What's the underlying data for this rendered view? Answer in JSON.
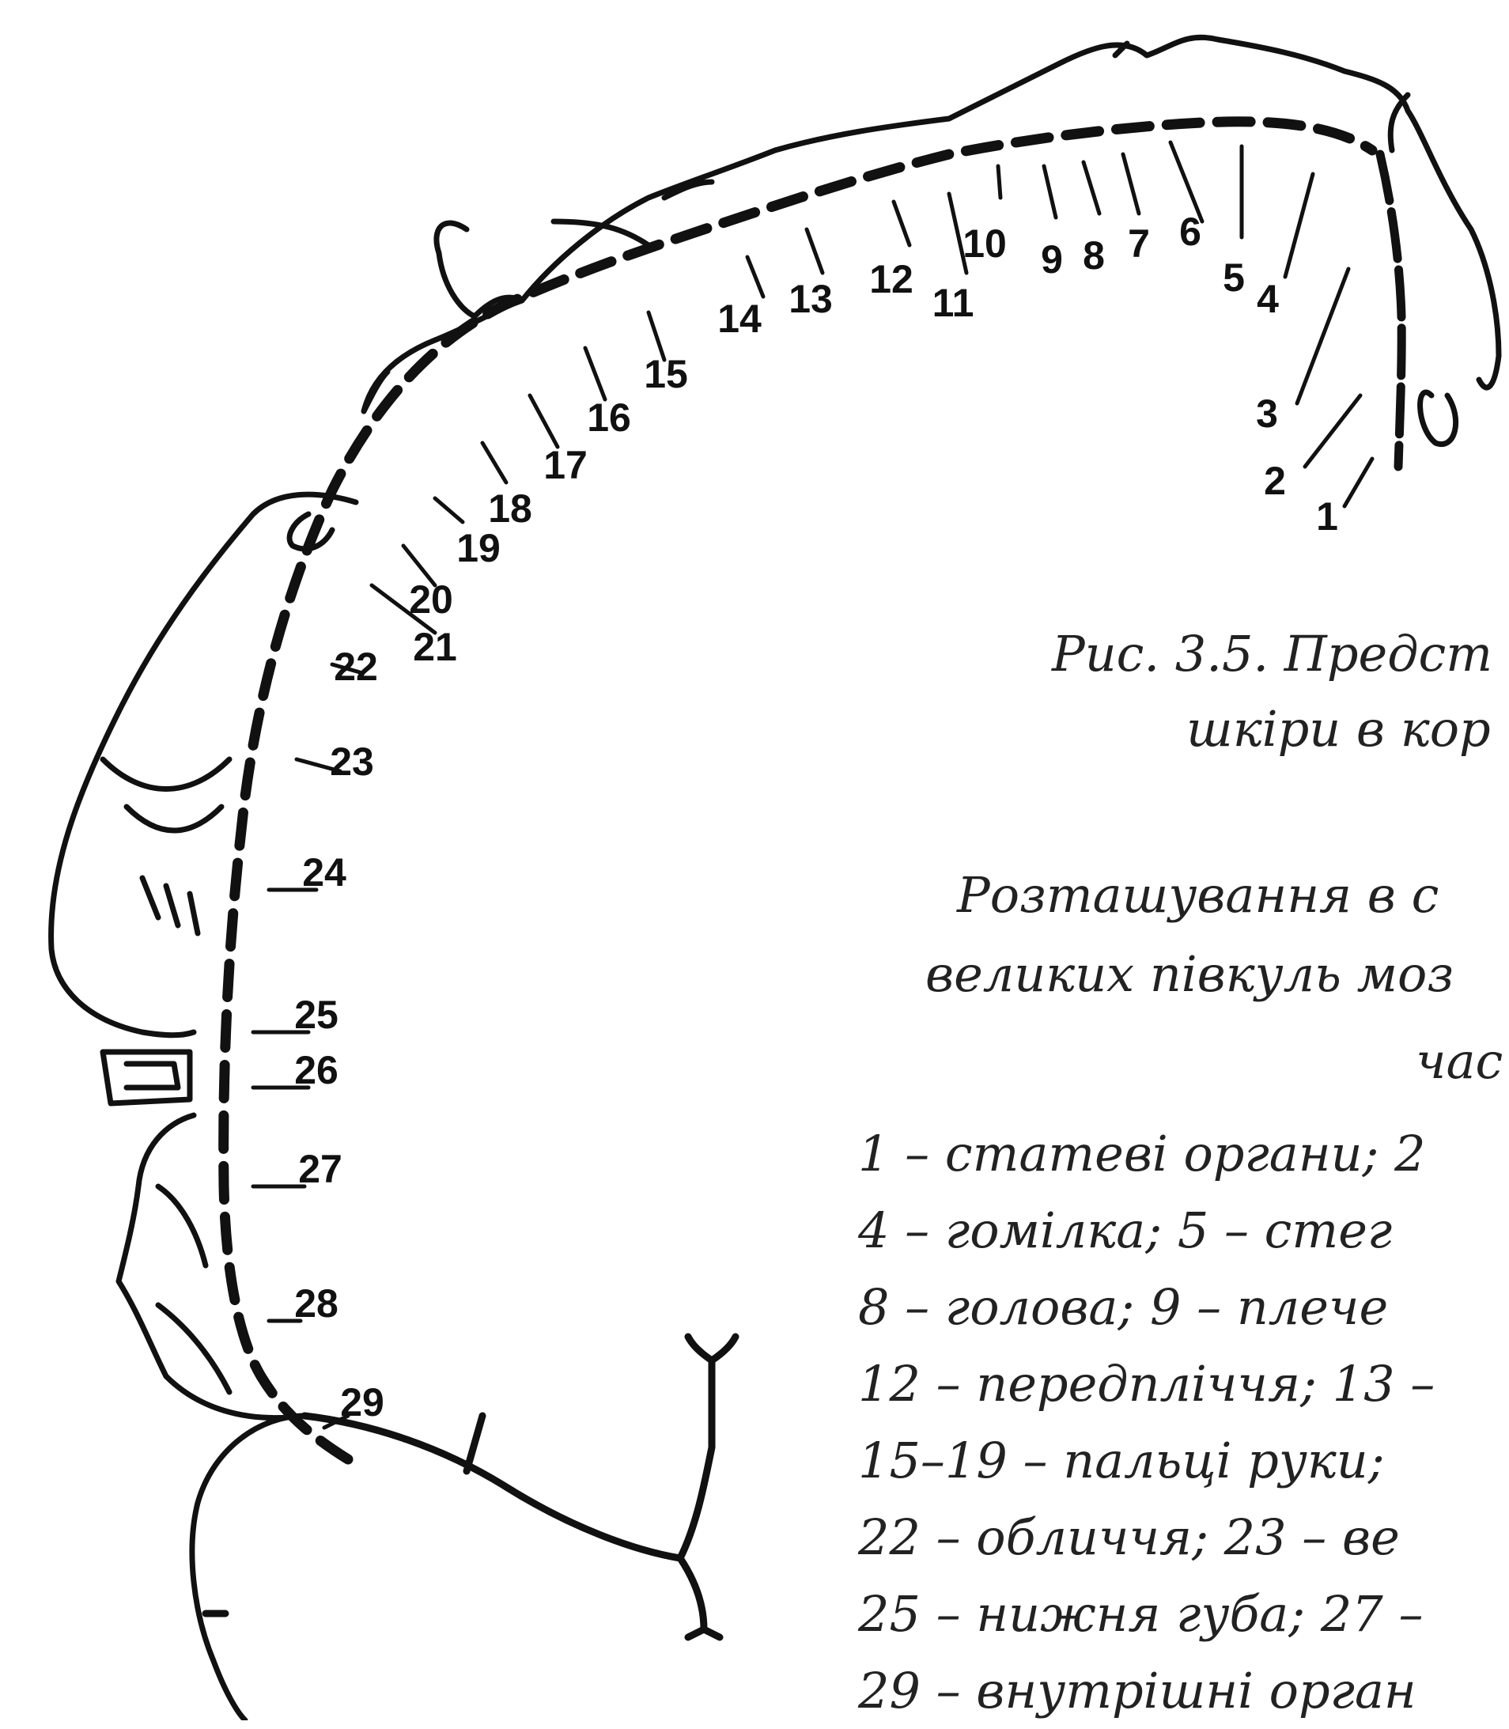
{
  "figure": {
    "labels": [
      "1",
      "2",
      "3",
      "4",
      "5",
      "6",
      "7",
      "8",
      "9",
      "10",
      "11",
      "12",
      "13",
      "14",
      "15",
      "16",
      "17",
      "18",
      "19",
      "20",
      "21",
      "22",
      "23",
      "24",
      "25",
      "26",
      "27",
      "28",
      "29"
    ],
    "ink_color": "#111111"
  },
  "caption": {
    "title_line1": "Рис. 3.5. Предст",
    "title_line2": "шкіри в кор",
    "body_line1": "Розташування в с",
    "body_line2": "великих півкуль моз",
    "body_line3": "час"
  },
  "legend": [
    "1 – статеві органи; 2",
    "4 – гомілка; 5 – стег",
    "8 – голова; 9 – плече",
    "12 – передпліччя; 13 –",
    "15–19 – пальці руки;",
    "22 – обличчя; 23 – ве",
    "25 – нижня губа; 27 –",
    "29 – внутрішні орган"
  ]
}
